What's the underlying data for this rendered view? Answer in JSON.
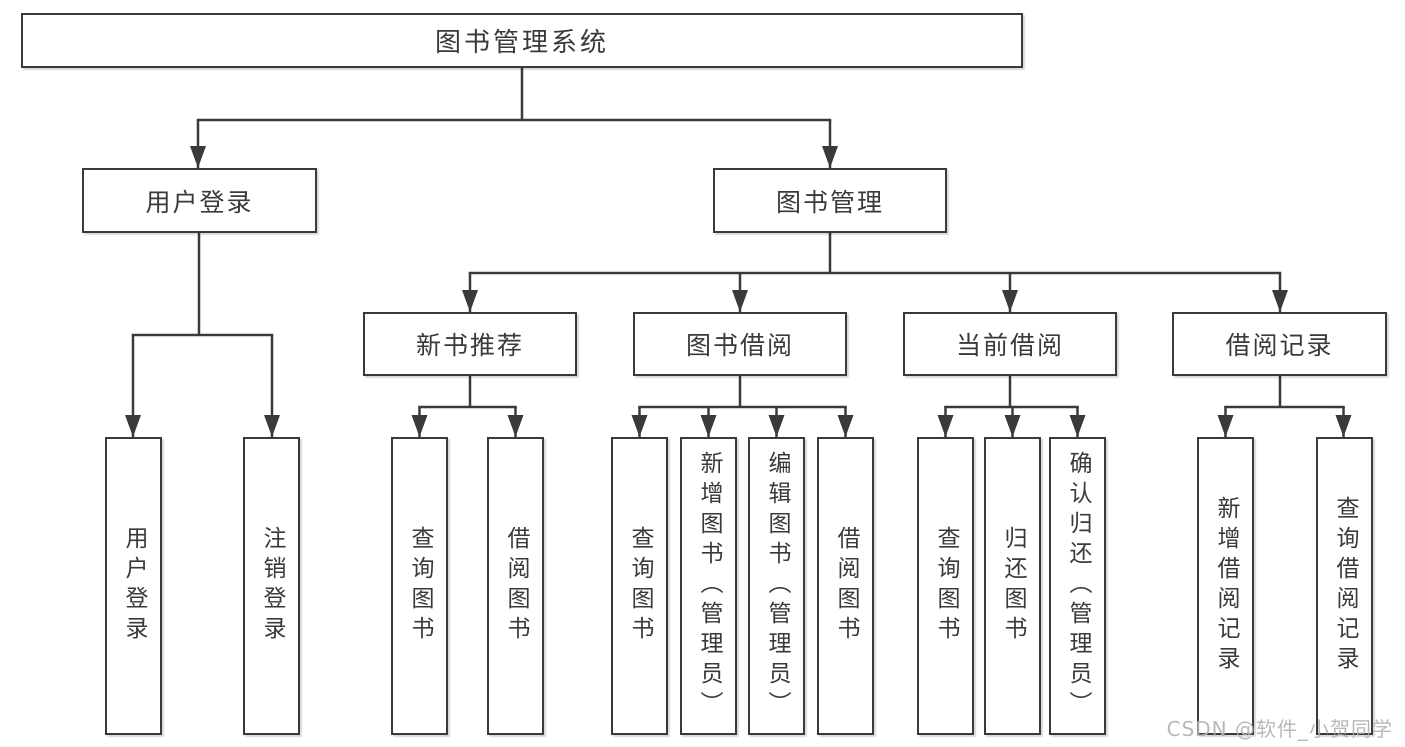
{
  "diagram": {
    "root": {
      "label": "图书管理系统"
    },
    "level2": [
      {
        "label": "用户登录"
      },
      {
        "label": "图书管理"
      }
    ],
    "level3": [
      {
        "label": "新书推荐"
      },
      {
        "label": "图书借阅"
      },
      {
        "label": "当前借阅"
      },
      {
        "label": "借阅记录"
      }
    ],
    "leaves": {
      "user_login": [
        "用户登录",
        "注销登录"
      ],
      "new_books": [
        "查询图书",
        "借阅图书"
      ],
      "book_borrow": [
        "查询图书",
        "新增图书（管理员）",
        "编辑图书（管理员）",
        "借阅图书"
      ],
      "current_borrow": [
        "查询图书",
        "归还图书",
        "确认归还（管理员）"
      ],
      "borrow_records": [
        "新增借阅记录",
        "查询借阅记录"
      ]
    }
  },
  "watermark": "CSDN @软件_小贺同学",
  "colors": {
    "line": "#3a3a3a",
    "text": "#3a3a3a",
    "box_fill": "#ffffff",
    "background": "#ffffff",
    "watermark": "#b2b2b2"
  }
}
